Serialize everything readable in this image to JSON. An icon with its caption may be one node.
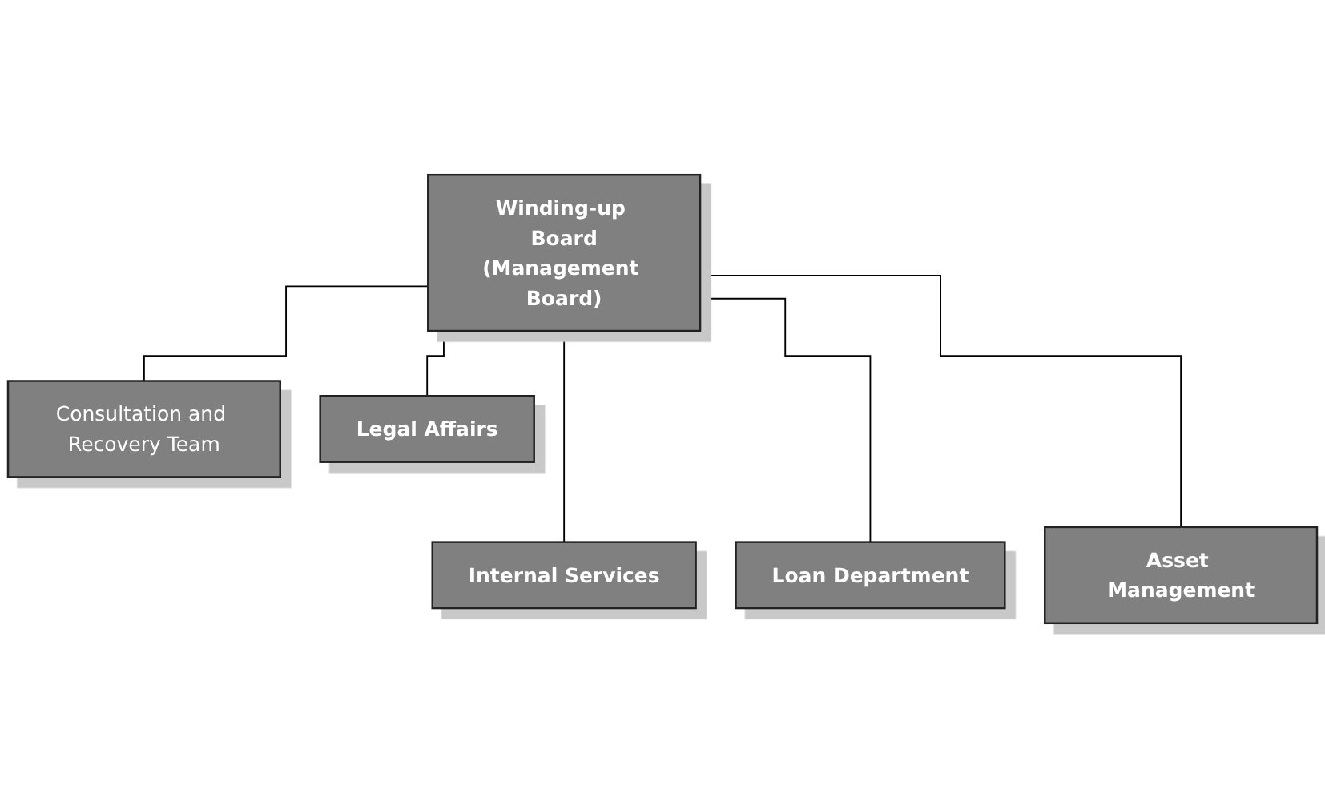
{
  "diagram": {
    "nodes": [
      {
        "text": [
          "Winding-up Board",
          "(Management Board)"
        ]
      },
      {
        "text": [
          "Consultation and Recovery Team"
        ]
      },
      {
        "text": [
          "Legal Affairs"
        ]
      },
      {
        "text": [
          "Internal Services"
        ]
      },
      {
        "text": [
          "Loan Department"
        ]
      },
      {
        "text": [
          "Asset Management"
        ]
      }
    ],
    "edges": [
      {
        "from": 0,
        "to": 1,
        "arrow": "none"
      },
      {
        "from": 0,
        "to": 2,
        "arrow": "none"
      },
      {
        "from": 0,
        "to": 3,
        "arrow": "none"
      },
      {
        "from": 0,
        "to": 4,
        "arrow": "none"
      },
      {
        "from": 0,
        "to": 5,
        "arrow": "none"
      }
    ]
  }
}
